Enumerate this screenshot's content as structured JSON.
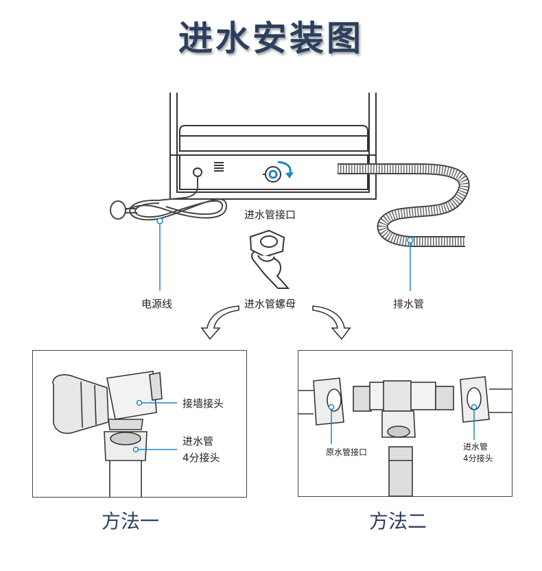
{
  "title": "进水安装图",
  "labels": {
    "inlet_port": "进水管接口",
    "power_cord": "电源线",
    "inlet_nut": "进水管螺母",
    "drain_hose": "排水管"
  },
  "method1": {
    "caption": "方法一",
    "wall_connector": "接墙接头",
    "inlet_line1": "进水管",
    "inlet_line2": "4分接头"
  },
  "method2": {
    "caption": "方法二",
    "original_port": "原水管接口",
    "inlet_line1": "进水管",
    "inlet_line2": "4分接头"
  },
  "colors": {
    "title": "#2b3f5e",
    "accent": "#1a86c8",
    "line": "#333333"
  }
}
